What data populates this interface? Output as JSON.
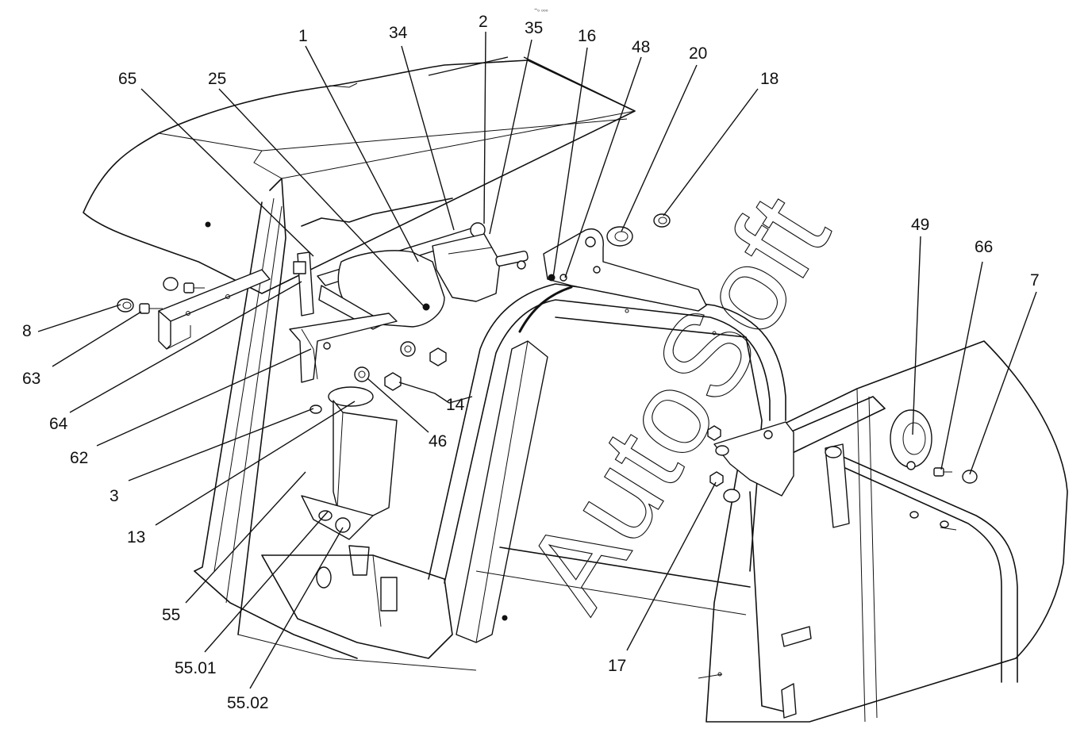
{
  "watermark": "AutoSoft",
  "header_mark": "−₀ ₀₀₀",
  "callouts": [
    "1",
    "2",
    "3",
    "7",
    "8",
    "13",
    "14",
    "16",
    "17",
    "18",
    "20",
    "25",
    "34",
    "35",
    "46",
    "48",
    "49",
    "55",
    "55.01",
    "55.02",
    "62",
    "63",
    "64",
    "65",
    "66"
  ]
}
